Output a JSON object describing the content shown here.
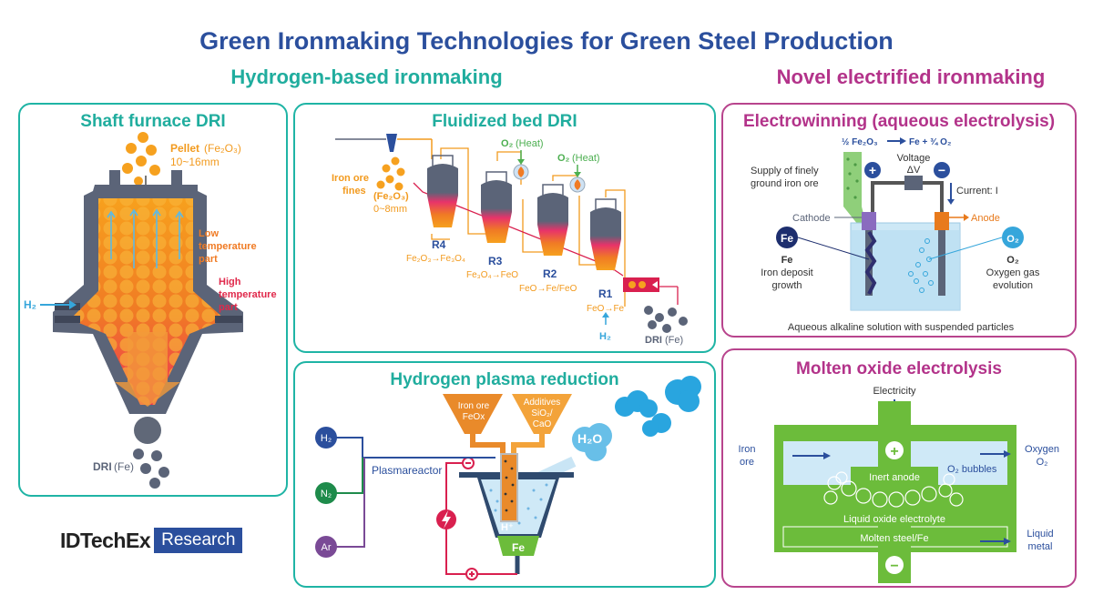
{
  "title": "Green Ironmaking Technologies for Green Steel Production",
  "sections": {
    "hydrogen": "Hydrogen-based ironmaking",
    "electrified": "Novel electrified ironmaking"
  },
  "shaft": {
    "title": "Shaft furnace DRI",
    "pellet": "Pellet",
    "pellet_formula": "(Fe₂O₃)",
    "pellet_size": "10~16mm",
    "low1": "Low",
    "low2": "temperature",
    "low3": "part",
    "high1": "High",
    "high2": "temperature",
    "high3": "part",
    "h2": "H₂",
    "dri": "DRI",
    "dri_fe": "(Fe)"
  },
  "fluid": {
    "title": "Fluidized bed DRI",
    "ore1": "Iron ore",
    "ore2": "fines",
    "ore_formula": "(Fe₂O₃)",
    "ore_size": "0~8mm",
    "o2a": "O₂",
    "o2b": "O₂",
    "heat": "(Heat)",
    "r4": "R4",
    "r3": "R3",
    "r2": "R2",
    "r1": "R1",
    "rx4": "Fe₂O₃→Fe₃O₄",
    "rx3": "Fe₃O₄→FeO",
    "rx2": "FeO→Fe/FeO",
    "rx1": "FeO→Fe",
    "h2": "H₂",
    "dri": "DRI",
    "dri_fe": "(Fe)"
  },
  "plasma": {
    "title": "Hydrogen plasma reduction",
    "ore1": "Iron ore",
    "ore2": "FeOx",
    "add1": "Additives",
    "add2": "SiO₂/",
    "add3": "CaO",
    "h2o": "H₂O",
    "reactor": "Plasmareactor",
    "h2": "H₂",
    "n2": "N₂",
    "ar": "Ar",
    "hplus": "H⁺",
    "fe": "Fe"
  },
  "electro": {
    "title": "Electrowinning (aqueous electrolysis)",
    "eq1": "½ Fe₂O₃",
    "eq2": "Fe + ¾ O₂",
    "voltage": "Voltage",
    "dv": "ΔV",
    "supply1": "Supply of finely",
    "supply2": "ground iron ore",
    "current": "Current: I",
    "cathode": "Cathode",
    "anode": "Anode",
    "fe_badge": "Fe",
    "fe_label": "Fe",
    "fe1": "Iron deposit",
    "fe2": "growth",
    "o2_badge": "O₂",
    "o2_label": "O₂",
    "o2a": "Oxygen gas",
    "o2b": "evolution",
    "solution": "Aqueous alkaline solution with suspended particles"
  },
  "molten": {
    "title": "Molten oxide electrolysis",
    "electricity": "Electricity",
    "iron1": "Iron",
    "iron2": "ore",
    "oxy1": "Oxygen",
    "oxy2": "O₂",
    "anode": "Inert anode",
    "bubbles": "O₂ bubbles",
    "electrolyte": "Liquid oxide electrolyte",
    "steel": "Molten steel/Fe",
    "liq1": "Liquid",
    "liq2": "metal"
  },
  "logo": {
    "part1": "IDTechEx",
    "part2": "Research"
  },
  "colors": {
    "title": "#2b4f9d",
    "teal": "#20ad9e",
    "magenta": "#b3338a",
    "orange": "#f39a1e",
    "furnace": "#5b6478",
    "green": "#6cbc3b"
  }
}
